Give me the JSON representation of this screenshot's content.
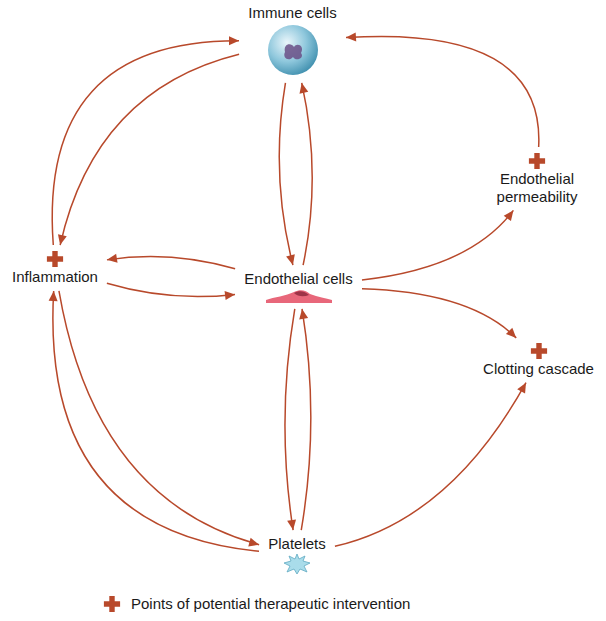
{
  "diagram": {
    "nodes": [
      {
        "text": [
          "Immune cells"
        ]
      },
      {
        "text": [
          "Endothelial permeability"
        ]
      },
      {
        "text": [
          "Inflammation"
        ]
      },
      {
        "text": [
          "Endothelial cells"
        ]
      },
      {
        "text": [
          "Clotting cascade"
        ]
      },
      {
        "text": [
          "Platelets"
        ]
      }
    ],
    "edges": [
      {
        "from": 2,
        "to": 0,
        "arrow": "to"
      },
      {
        "from": 0,
        "to": 2,
        "arrow": "to"
      },
      {
        "from": 0,
        "to": 3,
        "arrow": "to"
      },
      {
        "from": 3,
        "to": 0,
        "arrow": "to"
      },
      {
        "from": 3,
        "to": 2,
        "arrow": "to"
      },
      {
        "from": 2,
        "to": 3,
        "arrow": "to"
      },
      {
        "from": 3,
        "to": 5,
        "arrow": "to"
      },
      {
        "from": 5,
        "to": 3,
        "arrow": "to"
      },
      {
        "from": 2,
        "to": 5,
        "arrow": "to"
      },
      {
        "from": 5,
        "to": 2,
        "arrow": "to"
      },
      {
        "from": 3,
        "to": 1,
        "arrow": "to"
      },
      {
        "from": 3,
        "to": 4,
        "arrow": "to"
      },
      {
        "from": 1,
        "to": 0,
        "arrow": "to"
      },
      {
        "from": 5,
        "to": 4,
        "arrow": "to"
      }
    ],
    "legend": [
      {
        "text": "Points of potential therapeutic intervention"
      }
    ]
  }
}
